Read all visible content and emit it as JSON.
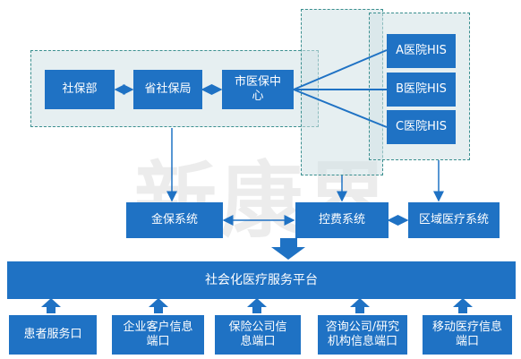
{
  "top_group": {
    "shebaobu": "社保部",
    "shengshebaoju": "省社保局",
    "shiyibao": "市医保中心"
  },
  "hospitals": [
    "A医院HIS",
    "B医院HIS",
    "C医院HIS"
  ],
  "middle": {
    "jinbao": "金保系统",
    "kongfei": "控费系统",
    "quyu": "区域医疗系统"
  },
  "platform": "社会化医疗服务平台",
  "ports": [
    "患者服务口",
    "企业客户信息端口",
    "保险公司信息端口",
    "咨询公司/研究机构信息端口",
    "移动医疗信息端口"
  ],
  "watermark": "新康界"
}
